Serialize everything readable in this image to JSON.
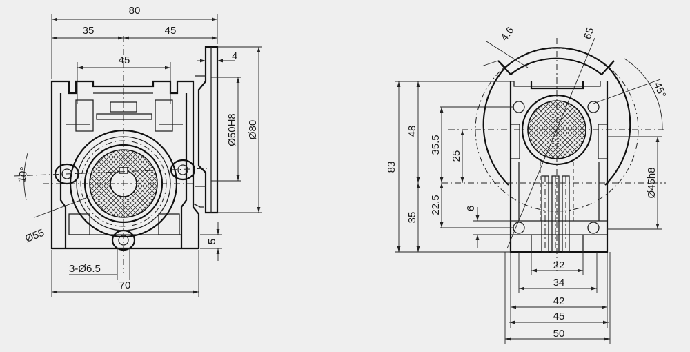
{
  "colors": {
    "background": "#efefef",
    "line": "#1a1a1a"
  },
  "front_view": {
    "overall_width": "80",
    "left_to_center": "35",
    "center_to_right": "45",
    "mount_hole_spacing": "45",
    "flange_thickness": "4",
    "pilot_diameter": "Ø50H8",
    "flange_diameter": "Ø80",
    "bolt_angle": "10°",
    "bolt_circle": "Ø55",
    "base_holes": "3-Ø6.5",
    "base_width": "70",
    "base_thickness": "5"
  },
  "side_view": {
    "slot_width": "4.6",
    "slot_circle": "65",
    "slot_angle": "45°",
    "total_height": "83",
    "upper_height": "48",
    "center_to_top": "35.5",
    "input_offset": "25",
    "center_to_base": "35",
    "input_to_base": "22.5",
    "base_plate": "6",
    "output_bore": "Ø45h8",
    "width_22": "22",
    "width_34": "34",
    "width_42": "42",
    "width_45": "45",
    "width_50": "50"
  }
}
